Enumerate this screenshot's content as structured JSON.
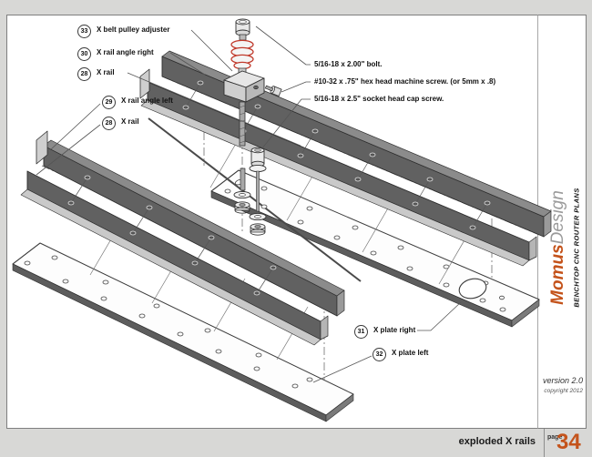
{
  "page": {
    "footer": {
      "title": "exploded X rails",
      "page_label": "page",
      "page_number": "34"
    },
    "sidebar": {
      "brand_primary": "Momus",
      "brand_secondary": "Design",
      "brand_subtitle": "BENCHTOP CNC ROUTER PLANS",
      "version": "version 2.0",
      "copyright": "copyright 2012"
    }
  },
  "diagram": {
    "callouts": [
      {
        "num": "33",
        "label": "X belt pulley adjuster"
      },
      {
        "num": "30",
        "label": "X rail angle right"
      },
      {
        "num": "28",
        "label": "X rail"
      },
      {
        "num": "29",
        "label": "X rail angle left"
      },
      {
        "num": "28",
        "label": "X rail"
      },
      {
        "num": "31",
        "label": "X plate right"
      },
      {
        "num": "32",
        "label": "X plate left"
      }
    ],
    "hardware_notes": [
      "5/16-18 x 2.00\" bolt.",
      "#10-32 x .75\" hex head machine screw. (or 5mm x .8)",
      "5/16-18 x 2.5\" socket head cap screw."
    ],
    "colors": {
      "accent": "#c4531b",
      "rail": "#616161",
      "red_rings": "#c0392b"
    }
  }
}
